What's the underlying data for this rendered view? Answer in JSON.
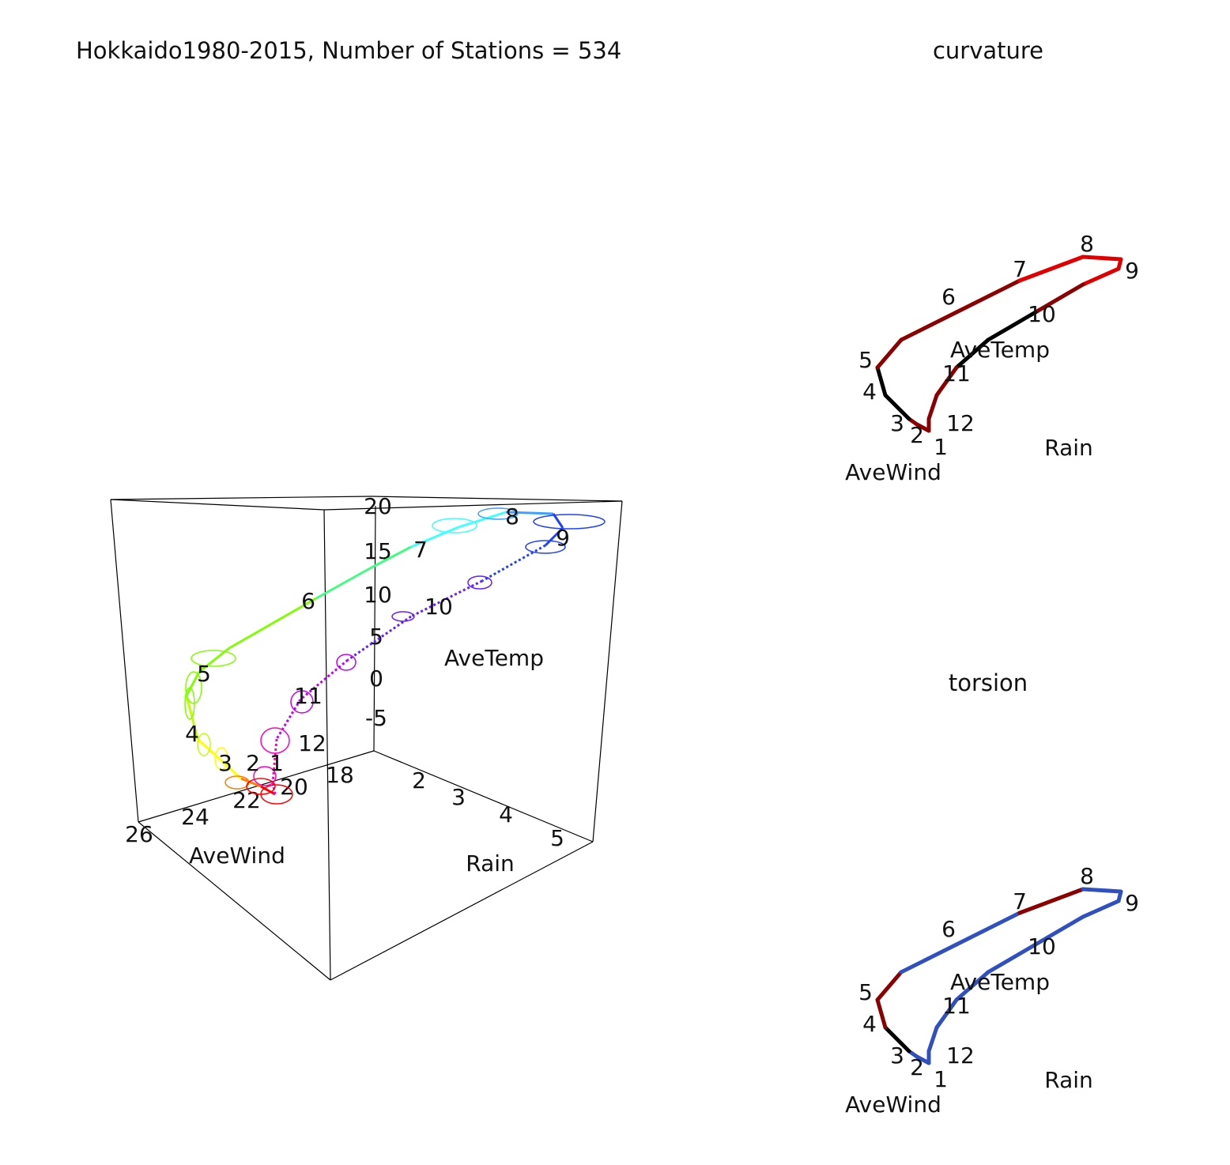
{
  "chart_data": [
    {
      "type": "line3d",
      "title": "Hokkaido1980-2015, Number of Stations = 534",
      "axes": {
        "x": {
          "label": "AveWind",
          "ticks": [
            "18",
            "20",
            "22",
            "24",
            "26"
          ]
        },
        "y": {
          "label": "Rain",
          "ticks": [
            "2",
            "3",
            "4",
            "5"
          ]
        },
        "z": {
          "label": "AveTemp",
          "ticks": [
            "20",
            "15",
            "10",
            "5",
            "0",
            "-5"
          ]
        }
      },
      "months": [
        "1",
        "2",
        "3",
        "4",
        "5",
        "6",
        "7",
        "8",
        "9",
        "10",
        "11",
        "12"
      ],
      "colors": [
        "#ff0000",
        "#ff8000",
        "#ffff00",
        "#c0ff00",
        "#80ff00",
        "#40ff80",
        "#40ffff",
        "#40a0ff",
        "#2040ff",
        "#6020ff",
        "#c000ff",
        "#ff00c0"
      ]
    },
    {
      "type": "line3d",
      "title": "curvature",
      "axis_labels": [
        "AveTemp",
        "AveWind",
        "Rain"
      ],
      "months": [
        "1",
        "2",
        "3",
        "4",
        "5",
        "6",
        "7",
        "8",
        "9",
        "10",
        "11",
        "12"
      ],
      "color_scale": [
        "#000000",
        "#8b0000",
        "#e00000"
      ]
    },
    {
      "type": "line3d",
      "title": "torsion",
      "axis_labels": [
        "AveTemp",
        "AveWind",
        "Rain"
      ],
      "months": [
        "1",
        "2",
        "3",
        "4",
        "5",
        "6",
        "7",
        "8",
        "9",
        "10",
        "11",
        "12"
      ],
      "color_scale": [
        "#3050c0",
        "#8b0000",
        "#000000"
      ]
    }
  ]
}
